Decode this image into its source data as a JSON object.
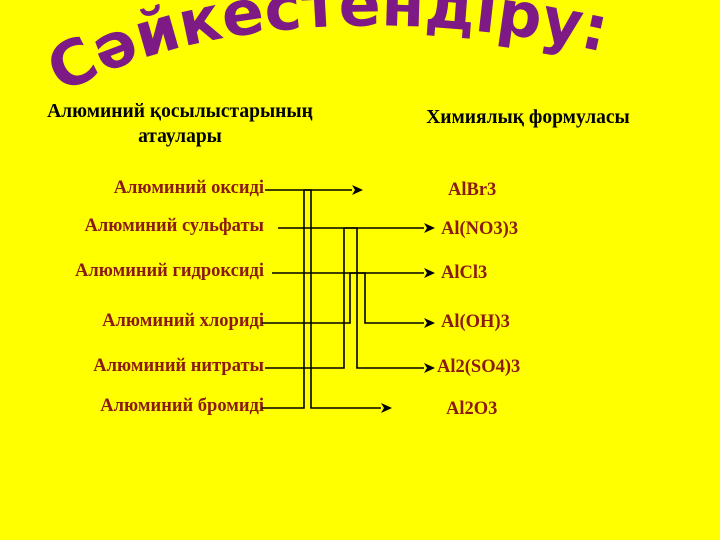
{
  "slide": {
    "background_color": "#ffff00",
    "title": "Сәйкестендіру:",
    "title_color": "#7d1a85"
  },
  "headers": {
    "left": "Алюминий қосылыстарының атаулары",
    "right": "Химиялық формуласы",
    "color": "#000000"
  },
  "text_color": "#8b1a12",
  "left_column": {
    "items": [
      {
        "label": "Алюминий оксиді"
      },
      {
        "label": "Алюминий сульфаты"
      },
      {
        "label": "Алюминий гидроксиді"
      },
      {
        "label": "Алюминий хлориді"
      },
      {
        "label": "Алюминий нитраты"
      },
      {
        "label": "Алюминий бромиді"
      }
    ]
  },
  "right_column": {
    "items": [
      {
        "label": "AlBr3"
      },
      {
        "label": "Al(NO3)3"
      },
      {
        "label": "AlCl3"
      },
      {
        "label": "Al(OH)3"
      },
      {
        "label": "Al2(SO4)3"
      },
      {
        "label": "Al2O3"
      }
    ]
  },
  "matches": [
    {
      "from": "Алюминий оксиді",
      "to": "Al2O3"
    },
    {
      "from": "Алюминий сульфаты",
      "to": "Al2(SO4)3"
    },
    {
      "from": "Алюминий гидроксиді",
      "to": "Al(OH)3"
    },
    {
      "from": "Алюминий хлориді",
      "to": "AlCl3"
    },
    {
      "from": "Алюминий нитраты",
      "to": "Al(NO3)3"
    },
    {
      "from": "Алюминий бромиді",
      "to": "AlBr3"
    }
  ],
  "connector_color": "#000000"
}
